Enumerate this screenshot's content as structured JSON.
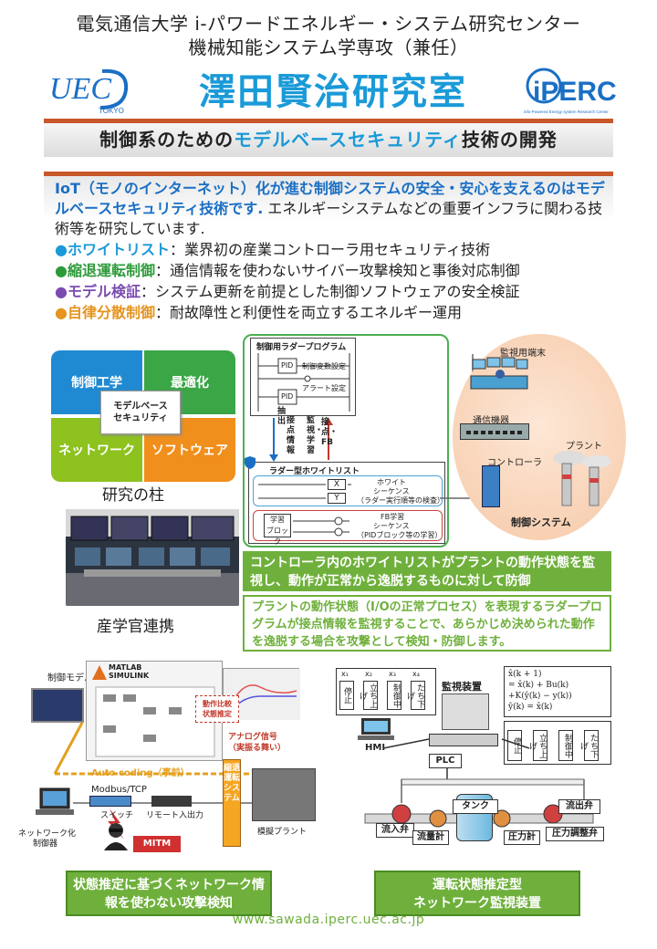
{
  "header": {
    "line1": "電気通信大学 i-パワードエネルギー・システム研究センター",
    "line2": "機械知能システム学専攻（兼任）",
    "lab_name": "澤田賢治研究室",
    "uec_logo_text": "UEC",
    "uec_logo_sub": "TOKYO",
    "iperc_logo_text": "iPERC",
    "iperc_logo_sub": "info-Powered Energy system Research Center"
  },
  "banner1": {
    "part1": "制御系のための",
    "highlight": "モデルベースセキュリティ",
    "part2": "技術の開発"
  },
  "intro": {
    "bold": "IoT（モノのインターネット）化が進む制御システムの安全・安心を支えるのはモデルベースセキュリティ技術です.",
    "rest": " エネルギーシステムなどの重要インフラに関わる技術等を研究しています."
  },
  "bullets": [
    {
      "key": "ホワイトリスト",
      "text": "：業界初の産業コントローラ用セキュリティ技術"
    },
    {
      "key": "縮退運転制御",
      "text": "：通信情報を使わないサイバー攻撃検知と事後対応制御"
    },
    {
      "key": "モデル検証",
      "text": "：システム更新を前提とした制御ソフトウェアの安全検証"
    },
    {
      "key": "自律分散制御",
      "text": "：耐故障性と利便性を両立するエネルギー運用"
    }
  ],
  "pillars": {
    "top_left": "制御工学",
    "top_right": "最適化",
    "bottom_left": "ネットワーク",
    "bottom_right": "ソフトウェア",
    "center_line1": "モデルベース",
    "center_line2": "セキュリティ",
    "caption": "研究の柱",
    "colors": {
      "top_left": "#1f8ad2",
      "top_right": "#3aa646",
      "bottom_left": "#8dc21f",
      "bottom_right": "#f08f1c"
    }
  },
  "collab_caption": "産学官連携",
  "ladder": {
    "title": "制御用ラダープログラム",
    "pid1": "PID",
    "row1": "制御変数設定",
    "pid2": "PID",
    "row2": "アラート設定",
    "arrow1": "接点情報",
    "arrow1b": "抽出",
    "arrow2": "監視・学習",
    "arrow3": "接点・FB",
    "whitelist_title": "ラダー型ホワイトリスト",
    "x": "X",
    "y": "Y",
    "ws1": "ホワイト",
    "ws2": "シーケンス",
    "ws3": "（ラダー実行順等の検査）",
    "fb_block1": "学習",
    "fb_block2": "ブロック",
    "fb1": "FB学習",
    "fb2": "シーケンス",
    "fb3": "（PIDブロック等の学習）"
  },
  "system": {
    "monitor": "監視用端末",
    "comm": "通信機器",
    "controller": "コントローラ",
    "plant": "プラント",
    "caption": "制御システム"
  },
  "note1": "コントローラ内のホワイトリストがプラントの動作状態を監視し、動作が正常から逸脱するものに対して防御",
  "note2": "プラントの動作状態（I/Oの正常プロセス）を表現するラダープログラムが接点情報を監視することで、あらかじめ決められた動作を逸脱する場合を攻撃として検知・防御します。",
  "left_diagram": {
    "model_label": "制御モデル",
    "matlab": "MATLAB",
    "simulink": "SIMULINK",
    "compare": "動作比較",
    "state_est": "状態推定",
    "analog": "アナログ信号",
    "analog_sub": "（実振る舞い）",
    "auto_coding": "Auto coding（事前）",
    "modbus": "Modbus/TCP",
    "switch": "スイッチ",
    "remote": "リモート入出力",
    "degraded": "縮退運転システム",
    "nw_ctrl1": "ネットワーク化",
    "nw_ctrl2": "制御器",
    "mitm": "MITM",
    "mock_plant": "模擬プラント",
    "caption1": "状態推定に基づくネットワーク情",
    "caption2": "報を使わない攻撃検知"
  },
  "right_diagram": {
    "stop": "停止",
    "rise": "立ち上げ",
    "ctrl": "制御中",
    "fall": "たち下げ",
    "stop2": "停止",
    "rise2": "立ち上げ",
    "ctrl2": "制御中",
    "fall2": "たち下げ",
    "x1": "x₁",
    "x2": "x₂",
    "x3": "x₃",
    "x4": "x₄",
    "monitor_device": "監視装置",
    "eq1": "x̂(k + 1)",
    "eq2": "= x̂(k) + Bu(k)",
    "eq3": "+K(ŷ(k) − y(k))",
    "eq4": "ŷ(k) = x̂(k)",
    "hmi": "HMI",
    "plc": "PLC",
    "tank": "タンク",
    "inflow": "流入弁",
    "flowmeter": "流量計",
    "pressure": "圧力計",
    "outflow": "流出弁",
    "pressure_valve": "圧力調整弁",
    "caption1": "運転状態推定型",
    "caption2": "ネットワーク監視装置"
  },
  "url": "www.sawada.iperc.uec.ac.jp"
}
